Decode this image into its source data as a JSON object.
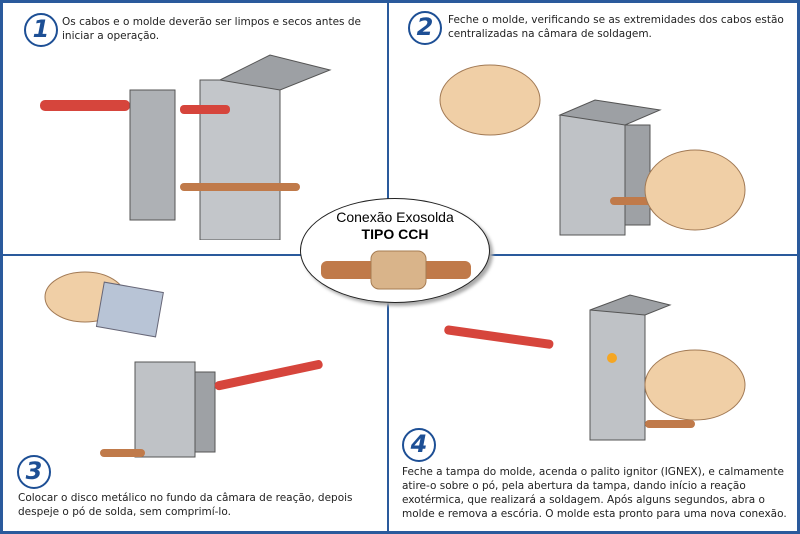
{
  "steps": [
    {
      "number": "1",
      "text": "Os cabos e o molde deverão ser limpos e secos antes de iniciar a operação."
    },
    {
      "number": "2",
      "text": "Feche o molde, verificando se as extremidades dos cabos estão centralizadas na câmara de soldagem."
    },
    {
      "number": "3",
      "text": "Colocar o disco metálico no fundo da câmara de reação, depois despeje o pó de solda, sem comprimí-lo."
    },
    {
      "number": "4",
      "text": "Feche a tampa do molde, acenda o palito ignitor (IGNEX), e calmamente atire-o sobre o pó, pela abertura da tampa, dando início a reação exotérmica, que realizará a soldagem. Após alguns segundos, abra o molde e remova a escória. O molde esta pronto para uma nova conexão."
    }
  ],
  "center": {
    "title": "Conexão Exosolda",
    "subtitle": "TIPO CCH"
  },
  "colors": {
    "border": "#2a5a9c",
    "number": "#1d4f95",
    "handle": "#d6453c",
    "copper": "#c07a4a",
    "mold": "#b9bcc0"
  }
}
